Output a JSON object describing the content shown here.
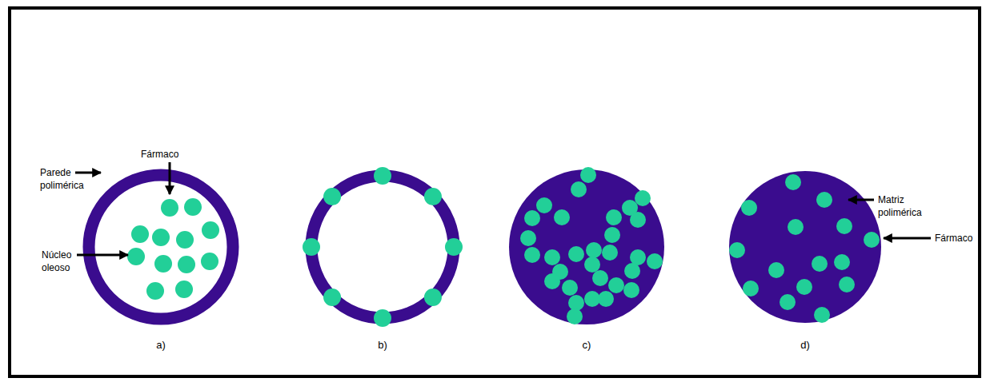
{
  "diagram": {
    "labels": [
      "Fármaco",
      "Parede polimérica",
      "Núcleo oleoso",
      "Matriz polimérica",
      "Fármaco",
      "a)",
      "b)",
      "c)",
      "d)"
    ]
  }
}
